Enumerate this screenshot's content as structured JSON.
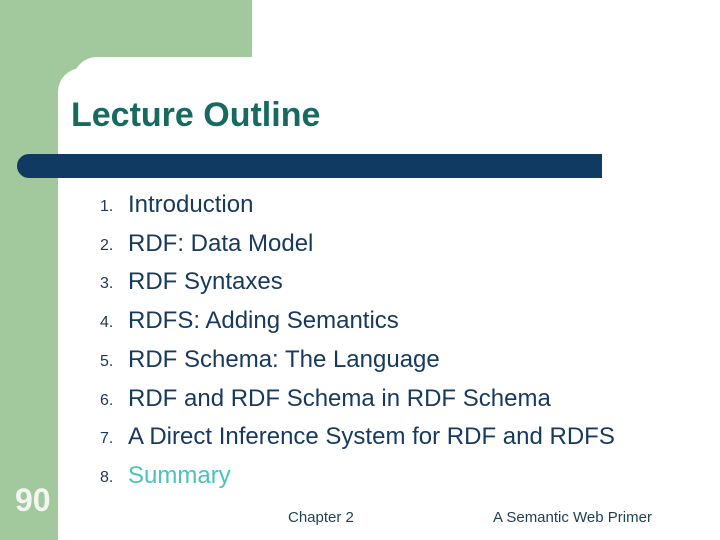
{
  "slide": {
    "title": "Lecture Outline",
    "page_number": "90",
    "footer": {
      "chapter": "Chapter 2",
      "book": "A Semantic Web Primer"
    },
    "outline": {
      "items": [
        {
          "number": "1.",
          "label": "Introduction"
        },
        {
          "number": "2.",
          "label": "RDF: Data Model"
        },
        {
          "number": "3.",
          "label": "RDF Syntaxes"
        },
        {
          "number": "4.",
          "label": "RDFS: Adding Semantics"
        },
        {
          "number": "5.",
          "label": "RDF Schema: The Language"
        },
        {
          "number": "6.",
          "label": "RDF and RDF Schema in RDF Schema"
        },
        {
          "number": "7.",
          "label": "A Direct Inference System for RDF and RDFS"
        },
        {
          "number": "8.",
          "label": "Summary"
        }
      ]
    }
  },
  "colors": {
    "panel_green": "#a2c89e",
    "bar_navy": "#113a63",
    "title_teal": "#176a60",
    "body_navy": "#17395e",
    "accent_teal": "#4bc2bf",
    "page_number_white": "#f3f6f0",
    "footer_slate": "#1e3f52"
  }
}
